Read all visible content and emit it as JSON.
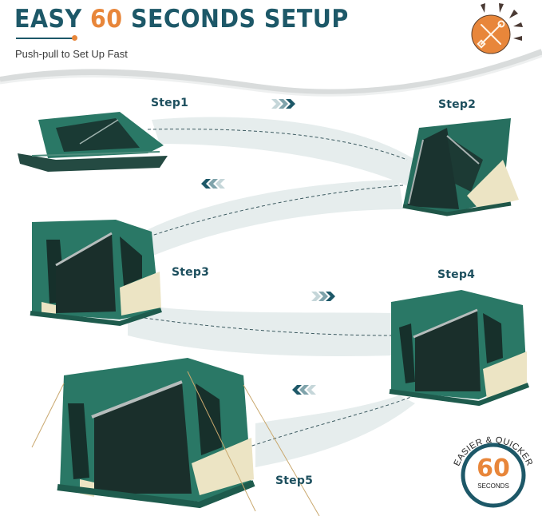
{
  "header": {
    "title_part1": "EASY",
    "title_accent": "60",
    "title_part2": "SECONDS SETUP",
    "subtitle": "Push-pull to Set Up Fast",
    "icon": "tools-icon"
  },
  "steps": [
    {
      "label": "Step1",
      "state": "folded"
    },
    {
      "label": "Step2",
      "state": "half-open"
    },
    {
      "label": "Step3",
      "state": "mostly-open"
    },
    {
      "label": "Step4",
      "state": "open"
    },
    {
      "label": "Step5",
      "state": "fully-pitched"
    }
  ],
  "badge": {
    "arc_text": "EASIER & QUICKER",
    "number": "60",
    "unit": "SECONDS"
  },
  "colors": {
    "teal_dark": "#1d5868",
    "orange": "#e8863a",
    "tent_green": "#1f6b5c",
    "tent_dark": "#16302b",
    "tent_cream": "#ece4c4",
    "path_band": "#e6eded"
  }
}
